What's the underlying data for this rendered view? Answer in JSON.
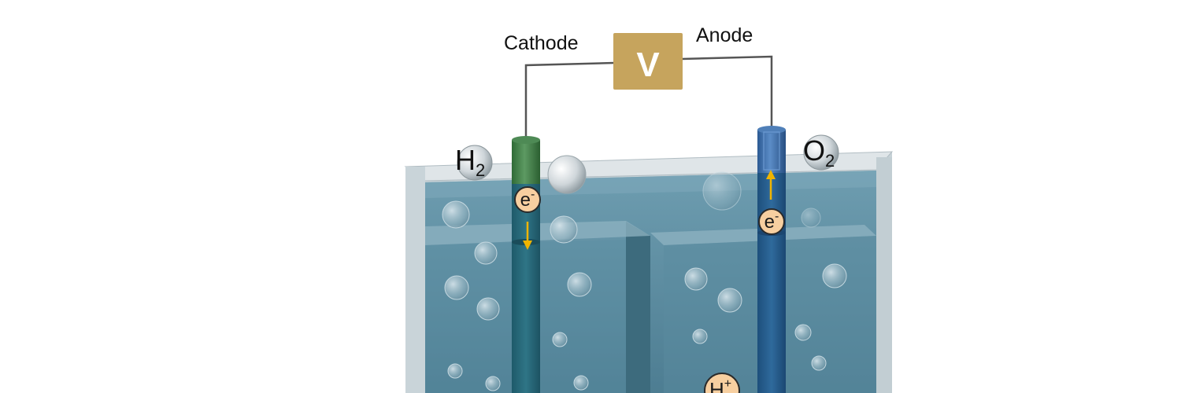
{
  "labels": {
    "cathode": "Cathode",
    "anode": "Anode",
    "voltmeter": "V",
    "h2_main": "H",
    "h2_sub": "2",
    "o2_main": "O",
    "o2_sub": "2",
    "electron_main": "e",
    "electron_sup": "-",
    "proton_main": "H",
    "proton_sup": "+"
  },
  "colors": {
    "voltmeter": "#c6a45d",
    "cathode_electrode": "#3f7d45",
    "anode_electrode": "#3a6aa6",
    "electrolyte": "#5f8fa3",
    "tank_glass": "#c9d3d8",
    "particle": "#f7cfa0",
    "arrow": "#f0b400",
    "wire": "#555555"
  },
  "icons": {
    "voltmeter": "voltmeter-icon",
    "bubble": "gas-bubble",
    "electron": "electron-icon",
    "proton": "proton-icon"
  }
}
